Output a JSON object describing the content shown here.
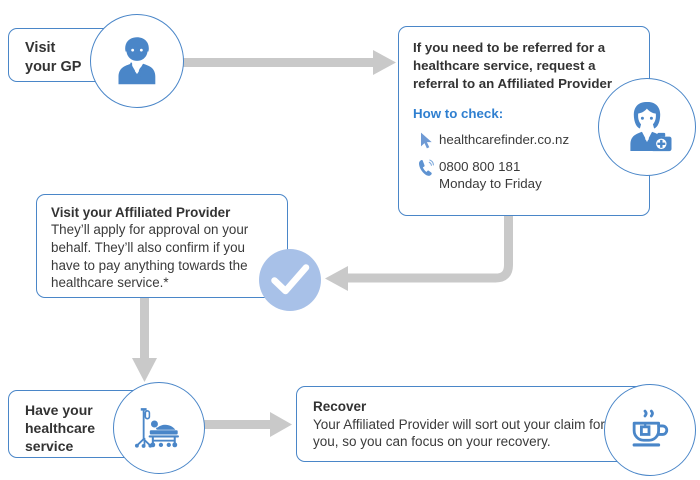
{
  "diagram": {
    "title": "Affiliated Provider healthcare pathway",
    "colors": {
      "brand_blue": "#4a86c8",
      "icon_blue": "#4a86c8",
      "link_blue": "#2f7fd0",
      "arrow_grey": "#c9c9c9",
      "check_badge": "#a8c1e8",
      "text_dark": "#3a3a3a",
      "card_background": "#ffffff"
    },
    "steps": [
      {
        "id": "visit-gp",
        "label": "Visit\nyour GP",
        "line1": "Visit",
        "line2": "your GP",
        "icon": "doctor-icon"
      },
      {
        "id": "referral",
        "headline": "If you need to be referred for a healthcare service, request a referral to an Affiliated Provider",
        "howto_label": "How to check:",
        "contacts": [
          {
            "icon": "cursor-icon",
            "primary": "healthcarefinder.co.nz",
            "secondary": ""
          },
          {
            "icon": "phone-icon",
            "primary": "0800 800 181",
            "secondary": "Monday to Friday"
          }
        ],
        "icon": "nurse-icon"
      },
      {
        "id": "visit-affiliated-provider",
        "title": "Visit your Affiliated Provider",
        "body": "They’ll apply for approval on your behalf. They’ll also confirm if you have to pay anything towards the healthcare service.*",
        "badge": "check-badge-icon"
      },
      {
        "id": "have-healthcare-service",
        "line1": "Have your",
        "line2": "healthcare",
        "line3": "service",
        "icon": "hospital-bed-icon"
      },
      {
        "id": "recover",
        "title": "Recover",
        "body": "Your Affiliated Provider will sort out your claim for you, so you can focus on your recovery.",
        "icon": "tea-cup-icon"
      }
    ],
    "connectors": [
      {
        "id": "gp-to-referral",
        "direction": "right"
      },
      {
        "id": "referral-to-affiliated",
        "direction": "down-then-left"
      },
      {
        "id": "affiliated-to-service",
        "direction": "down"
      },
      {
        "id": "service-to-recover",
        "direction": "right"
      }
    ]
  }
}
